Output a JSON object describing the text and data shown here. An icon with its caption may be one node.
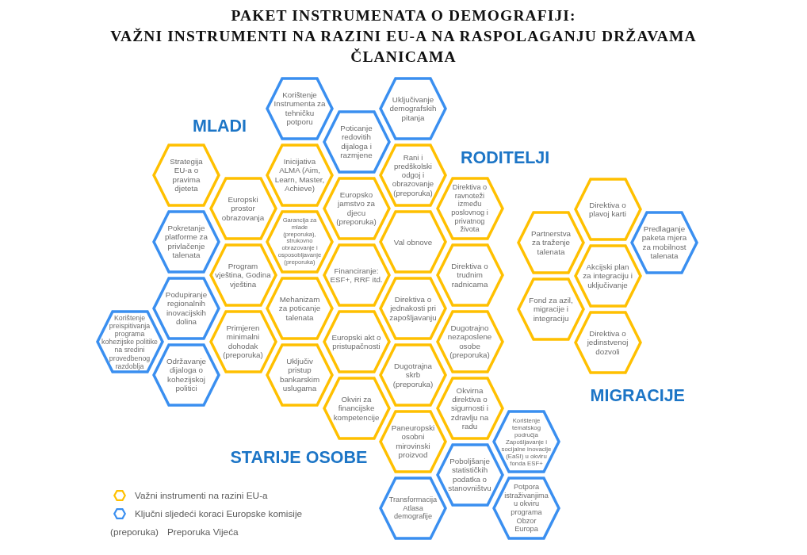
{
  "diagram": {
    "title": "PAKET INSTRUMENATA O DEMOGRAFIJI: VAŽNI INSTRUMENTI NA RAZINI EU-A NA RASPOLAGANJU DRŽAVAMA ČLANICAMA",
    "nodes": [
      {
        "text": [
          "Korištenje Instrumenta za tehničku potporu"
        ]
      },
      {
        "text": [
          "Uključivanje demografskih pitanja"
        ]
      },
      {
        "text": [
          "Poticanje redovitih dijaloga i razmjene"
        ]
      },
      {
        "text": [
          "Strategija EU-a o pravima djeteta"
        ]
      },
      {
        "text": [
          "Inicijativa ALMA (Aim, Learn, Master, Achieve)"
        ]
      },
      {
        "text": [
          "Rani i predškolski odgoj i obrazovanje (preporuka)"
        ]
      },
      {
        "text": [
          "Europski prostor obrazovanja"
        ]
      },
      {
        "text": [
          "Europsko jamstvo za djecu (preporuka)"
        ]
      },
      {
        "text": [
          "Direktiva o ravnoteži između poslovnog i privatnog života"
        ]
      },
      {
        "text": [
          "Direktiva o plavoj karti"
        ]
      },
      {
        "text": [
          "Pokretanje platforme za privlačenje talenata"
        ]
      },
      {
        "text": [
          "Garancija za mlade (preporuka), strukovno obrazovanje i osposobljavanje (preporuka)"
        ]
      },
      {
        "text": [
          "Val obnove"
        ]
      },
      {
        "text": [
          "Partnerstva za traženje talenata"
        ]
      },
      {
        "text": [
          "Predlaganje paketa mjera za mobilnost talenata"
        ]
      },
      {
        "text": [
          "Program vještina, Godina vještina"
        ]
      },
      {
        "text": [
          "Financiranje: ESF+, RRF itd."
        ]
      },
      {
        "text": [
          "Direktiva o trudnim radnicama"
        ]
      },
      {
        "text": [
          "Akcijski plan za integraciju i uključivanje"
        ]
      },
      {
        "text": [
          "Podupiranje regionalnih inovacijskih dolina"
        ]
      },
      {
        "text": [
          "Mehanizam za poticanje talenata"
        ]
      },
      {
        "text": [
          "Direktiva o jednakosti pri zapošljavanju"
        ]
      },
      {
        "text": [
          "Fond za azil, migracije i integraciju"
        ]
      },
      {
        "text": [
          "Korištenje preispitivanja programa kohezijske politike na sredini provedbenog razdoblja"
        ]
      },
      {
        "text": [
          "Primjeren minimalni dohodak (preporuka)"
        ]
      },
      {
        "text": [
          "Europski akt o pristupačnosti"
        ]
      },
      {
        "text": [
          "Dugotrajno nezaposlene osobe (preporuka)"
        ]
      },
      {
        "text": [
          "Direktiva o jedinstvenoj dozvoli"
        ]
      },
      {
        "text": [
          "Održavanje dijaloga o kohezijskoj politici"
        ]
      },
      {
        "text": [
          "Uključiv pristup bankarskim uslugama"
        ]
      },
      {
        "text": [
          "Dugotrajna skrb (preporuka)"
        ]
      },
      {
        "text": [
          "Okviri za financijske kompetencije"
        ]
      },
      {
        "text": [
          "Okvirna direktiva o sigurnosti i zdravlju na radu"
        ]
      },
      {
        "text": [
          "Paneuropski osobni mirovinski proizvod"
        ]
      },
      {
        "text": [
          "Korištenje tematskog područja Zapošljavanje i socijalne inovacije (EaSI) u okviru fonda ESF+"
        ]
      },
      {
        "text": [
          "Poboljšanje statističkih podatka o stanovništvu"
        ]
      },
      {
        "text": [
          "Transformacija Atlasa demografije"
        ]
      },
      {
        "text": [
          "Potpora istraživanjima u okviru programa Obzor Europa"
        ]
      }
    ],
    "labels": [
      "MLADI",
      "RODITELJI",
      "MIGRACIJE",
      "STARIJE OSOBE",
      "(preporuka)",
      "Preporuka Vijeća"
    ],
    "legend": [
      {
        "text": "Važni instrumenti na razini EU-a",
        "color": "#ffc000"
      },
      {
        "text": "Ključni sljedeći koraci Europske komisije",
        "color": "#3a8ff0"
      }
    ]
  }
}
